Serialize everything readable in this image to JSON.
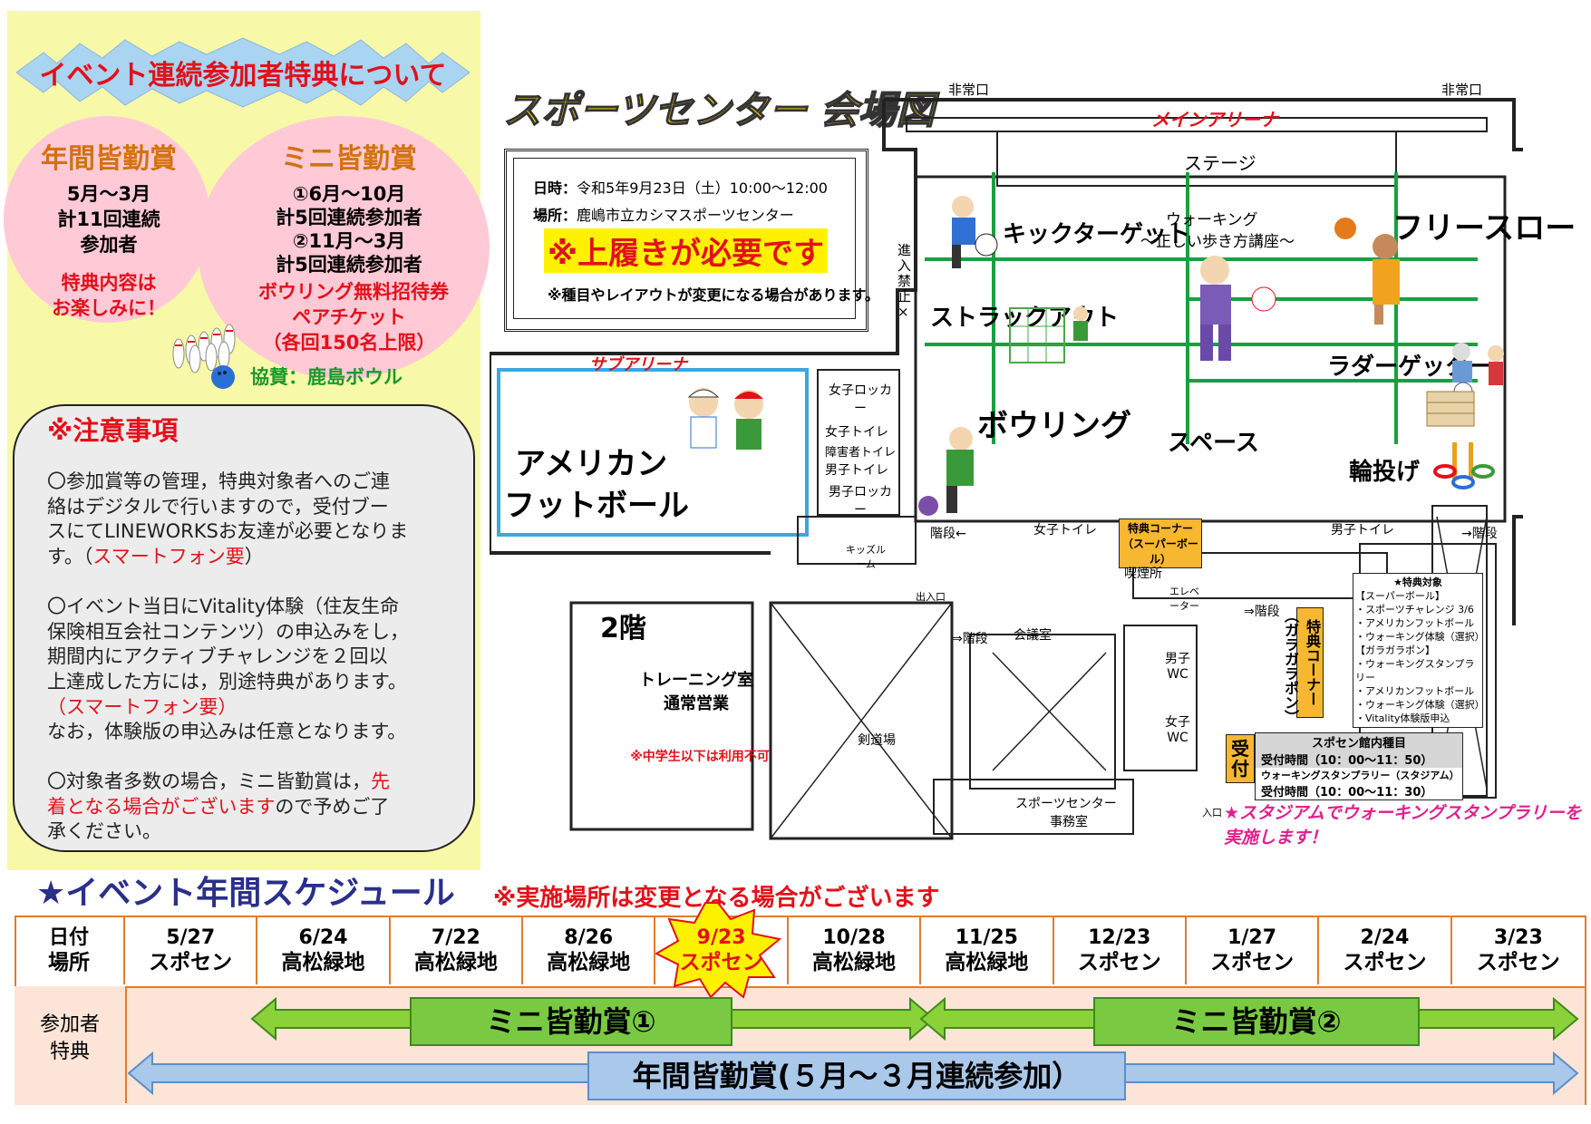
{
  "benefits": {
    "title": "イベント連続参加者特典について",
    "annual": {
      "title": "年間皆勤賞",
      "lines": [
        "5月～3月",
        "計11回連続",
        "参加者"
      ],
      "reward_lines": [
        "特典内容は",
        "お楽しみに！"
      ]
    },
    "mini": {
      "title": "ミニ皆勤賞",
      "lines": [
        "①6月～10月",
        "計5回連続参加者",
        "②11月～3月",
        "計5回連続参加者"
      ],
      "reward_lines": [
        "ボウリング無料招待券",
        "ペアチケット",
        "（各回150名上限）"
      ]
    },
    "sponsor": "協賛：鹿島ボウル"
  },
  "notice": {
    "title": "※注意事項",
    "p1": [
      "〇参加賞等の管理，特典対象者へのご連",
      "絡はデジタルで行いますので，受付ブー",
      "スにてLINEWORKSお友達が必要となりま",
      "す。（"
    ],
    "p1_red": "スマートフォン要",
    "p1_end": "）",
    "p2": [
      "〇イベント当日にVitality体験（住友生命",
      "保険相互会社コンテンツ）の申込みをし，",
      "期間内にアクティブチャレンジを２回以",
      "上達成した方には，別途特典があります。"
    ],
    "p2_red_line_a": "（",
    "p2_red": "スマートフォン要",
    "p2_red_line_b": "）",
    "p2_last": "なお，体験版の申込みは任意となります。",
    "p3_a": "〇対象者多数の場合，ミニ皆勤賞は，",
    "p3_red1": "先",
    "p3_red2": "着となる場合がございます",
    "p3_b": "ので予めご了",
    "p3_c": "承ください。"
  },
  "map": {
    "title": "スポーツセンター 会場図",
    "date_label": "日時：",
    "date_value": "令和5年9月23日（土）10:00～12:00",
    "place_label": "場所：",
    "place_value": "鹿嶋市立カシマスポーツセンター",
    "shoes": "※上履きが必要です",
    "layout_note": "※種目やレイアウトが変更になる場合があります。",
    "emergency_exit": "非常口",
    "main_arena": "メインアリーナ",
    "stage": "ステージ",
    "kick_target": "キックターゲット",
    "walking_1": "ウォーキング",
    "walking_2": "～正しい歩き方講座～",
    "free_throw": "フリースロー",
    "struck_out": "ストラックアウト",
    "ladder_getter": "ラダーゲッター",
    "no_entry": "進入禁止×",
    "bowling": "ボウリング",
    "space": "スペース",
    "ring_toss": "輪投げ",
    "sub_arena": "サブアリーナ",
    "american_1": "アメリカン",
    "american_2": "フットボール",
    "girls_locker": "女子ロッカー",
    "girls_toilet": "女子トイレ",
    "disabled_toilet": "障害者トイレ",
    "boys_toilet": "男子トイレ",
    "boys_locker": "男子ロッカー",
    "kids_room": "キッズルーム",
    "stairs": "階段",
    "arrow_left": "←",
    "arrow_right": "→",
    "bonus_corner_sb": "特典コーナー（スーパーボール）",
    "smoking": "喫煙所",
    "entrance_exit": "出入口",
    "elevator": "エレベーター",
    "stairs_right": "⇒階段",
    "conference": "会議室",
    "boys_wc": "男子WC",
    "girls_wc": "女子WC",
    "dojo": "剣道場",
    "office_1": "スポーツセンター",
    "office_2": "事務室",
    "entrance": "入口",
    "reception": "受付",
    "floor2": "2階",
    "training_1": "トレーニング室",
    "training_2": "通常営業",
    "training_note": "※中学生以下は利用不可",
    "bonus_corner_gg_1": "特典コーナー",
    "bonus_corner_gg_2": "（ガラガラポン）",
    "bonus_targets": {
      "title": "★特典対象",
      "lines": [
        "【スーパーボール】",
        "・スポーツチャレンジ 3/6",
        "・アメリカンフットボール",
        "・ウォーキング体験（選択）",
        "【ガラガラポン】",
        "・ウォーキングスタンプラリー",
        "・アメリカンフットボール",
        "・ウォーキング体験（選択）",
        "・Vitality体験版申込"
      ]
    },
    "reception_rows": [
      "スポセン館内種目",
      "受付時間（10：00～11：50）",
      "ウォーキングスタンプラリー（スタジアム）",
      "受付時間（10：00～11：30）"
    ],
    "stadium_note": "★スタジアムでウォーキングスタンプラリーを実施します！"
  },
  "schedule": {
    "title": "★イベント年間スケジュール",
    "note": "※実施場所は変更となる場合がございます",
    "header_label": [
      "日付",
      "場所"
    ],
    "events": [
      {
        "date": "5/27",
        "place": "スポセン"
      },
      {
        "date": "6/24",
        "place": "高松緑地"
      },
      {
        "date": "7/22",
        "place": "高松緑地"
      },
      {
        "date": "8/26",
        "place": "高松緑地"
      },
      {
        "date": "9/23",
        "place": "スポセン"
      },
      {
        "date": "10/28",
        "place": "高松緑地"
      },
      {
        "date": "11/25",
        "place": "高松緑地"
      },
      {
        "date": "12/23",
        "place": "スポセン"
      },
      {
        "date": "1/27",
        "place": "スポセン"
      },
      {
        "date": "2/24",
        "place": "スポセン"
      },
      {
        "date": "3/23",
        "place": "スポセン"
      }
    ],
    "row_label": [
      "参加者",
      "特典"
    ],
    "mini1": "ミニ皆勤賞①",
    "mini2": "ミニ皆勤賞②",
    "annual": "年間皆勤賞(５月～３月連続参加）"
  },
  "colors": {
    "red": "#e3101a",
    "green_arrow": "#8bd13a",
    "blue_arrow": "#a9c8ea",
    "orange_border": "#e07c30",
    "pink": "#ffc9d6"
  }
}
